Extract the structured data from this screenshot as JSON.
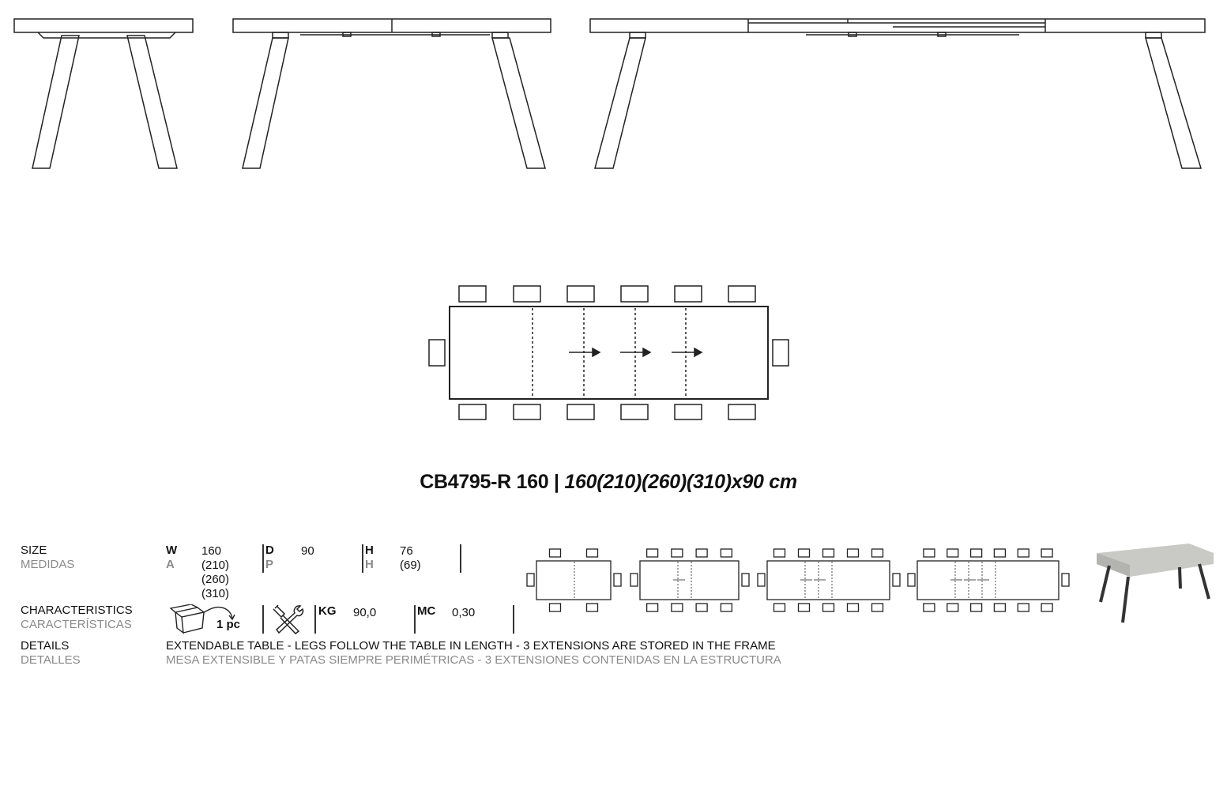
{
  "title": {
    "code": "CB4795-R 160",
    "separator": "|",
    "dimensions": "160(210)(260)(310)x90 cm"
  },
  "size": {
    "label": "SIZE",
    "label_es": "MEDIDAS",
    "w_label": "W",
    "w_label_es": "A",
    "w_values": [
      "160",
      "(210)",
      "(260)",
      "(310)"
    ],
    "d_label": "D",
    "d_label_es": "P",
    "d_value": "90",
    "h_label": "H",
    "h_label_es": "H",
    "h_value": "76",
    "h_value_alt": "(69)"
  },
  "characteristics": {
    "label": "CHARACTERISTICS",
    "label_es": "CARACTERÍSTICAS",
    "packages": "1 pc",
    "kg_label": "KG",
    "kg_value": "90,0",
    "mc_label": "MC",
    "mc_value": "0,30"
  },
  "details": {
    "label": "DETAILS",
    "label_es": "DETALLES",
    "text": "EXTENDABLE TABLE - LEGS FOLLOW THE TABLE IN LENGTH - 3 EXTENSIONS ARE STORED IN THE FRAME",
    "text_es": "MESA EXTENSIBLE Y PATAS SIEMPRE PERIMÉTRICAS - 3 EXTENSIONES CONTENIDAS EN LA ESTRUCTURA"
  },
  "plan_configs": [
    {
      "width_cm": 160,
      "seats_per_side": 2,
      "extensions": 0
    },
    {
      "width_cm": 210,
      "seats_per_side": 4,
      "extensions": 1
    },
    {
      "width_cm": 260,
      "seats_per_side": 5,
      "extensions": 2
    },
    {
      "width_cm": 310,
      "seats_per_side": 6,
      "extensions": 3
    }
  ],
  "colors": {
    "line": "#222222",
    "secondary_text": "#8a8a8a"
  }
}
